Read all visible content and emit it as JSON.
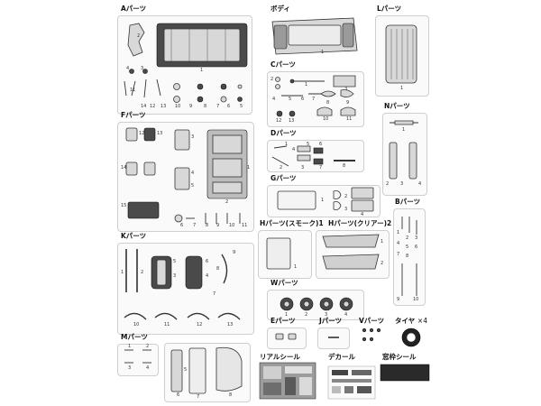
{
  "sections": {
    "A": {
      "title": "Aパーツ"
    },
    "body": {
      "title": "ボディ"
    },
    "L": {
      "title": "Lパーツ"
    },
    "C": {
      "title": "Cパーツ"
    },
    "F": {
      "title": "Fパーツ"
    },
    "N": {
      "title": "Nパーツ"
    },
    "D": {
      "title": "Dパーツ"
    },
    "G": {
      "title": "Gパーツ"
    },
    "B": {
      "title": "Bパーツ"
    },
    "H_smoke": {
      "title": "Hパーツ(スモーク)1"
    },
    "H_clear": {
      "title": "Hパーツ(クリアー)2"
    },
    "K": {
      "title": "Kパーツ"
    },
    "W": {
      "title": "Wパーツ"
    },
    "E": {
      "title": "Eパーツ"
    },
    "J": {
      "title": "Jパーツ"
    },
    "V": {
      "title": "Vパーツ"
    },
    "tire": {
      "title": "タイヤ",
      "count": "×4"
    },
    "M": {
      "title": "Mパーツ"
    },
    "real_seal": {
      "title": "リアルシール"
    },
    "decal": {
      "title": "デカール"
    },
    "window_seal": {
      "title": "窓枠シール"
    }
  },
  "part_numbers": {
    "A": [
      "2",
      "1",
      "4",
      "3",
      "11",
      "14",
      "12",
      "13",
      "10",
      "9",
      "8",
      "7",
      "6",
      "5"
    ],
    "body": [
      "1"
    ],
    "L": [
      "1"
    ],
    "C": [
      "2",
      "1",
      "3",
      "4",
      "5",
      "6",
      "7",
      "8",
      "9",
      "10",
      "11",
      "12",
      "13"
    ],
    "F": [
      "12",
      "13",
      "14",
      "15",
      "3",
      "4",
      "5",
      "1",
      "2",
      "6",
      "7",
      "8",
      "9",
      "10",
      "11"
    ],
    "N": [
      "1",
      "2",
      "3",
      "4"
    ],
    "D": [
      "1",
      "2",
      "3",
      "4",
      "5",
      "6",
      "7",
      "8"
    ],
    "G": [
      "1",
      "2",
      "3",
      "4"
    ],
    "B": [
      "1",
      "2",
      "3",
      "4",
      "5",
      "6",
      "7",
      "8",
      "9",
      "10"
    ],
    "H_smoke": [
      "1"
    ],
    "H_clear": [
      "1",
      "2"
    ],
    "K": [
      "1",
      "2",
      "3",
      "4",
      "5",
      "6",
      "7",
      "8",
      "9",
      "10",
      "11",
      "12",
      "13"
    ],
    "W": [
      "1",
      "2",
      "3",
      "4"
    ],
    "M": [
      "1",
      "2",
      "3",
      "4",
      "5",
      "6",
      "7",
      "8"
    ]
  }
}
